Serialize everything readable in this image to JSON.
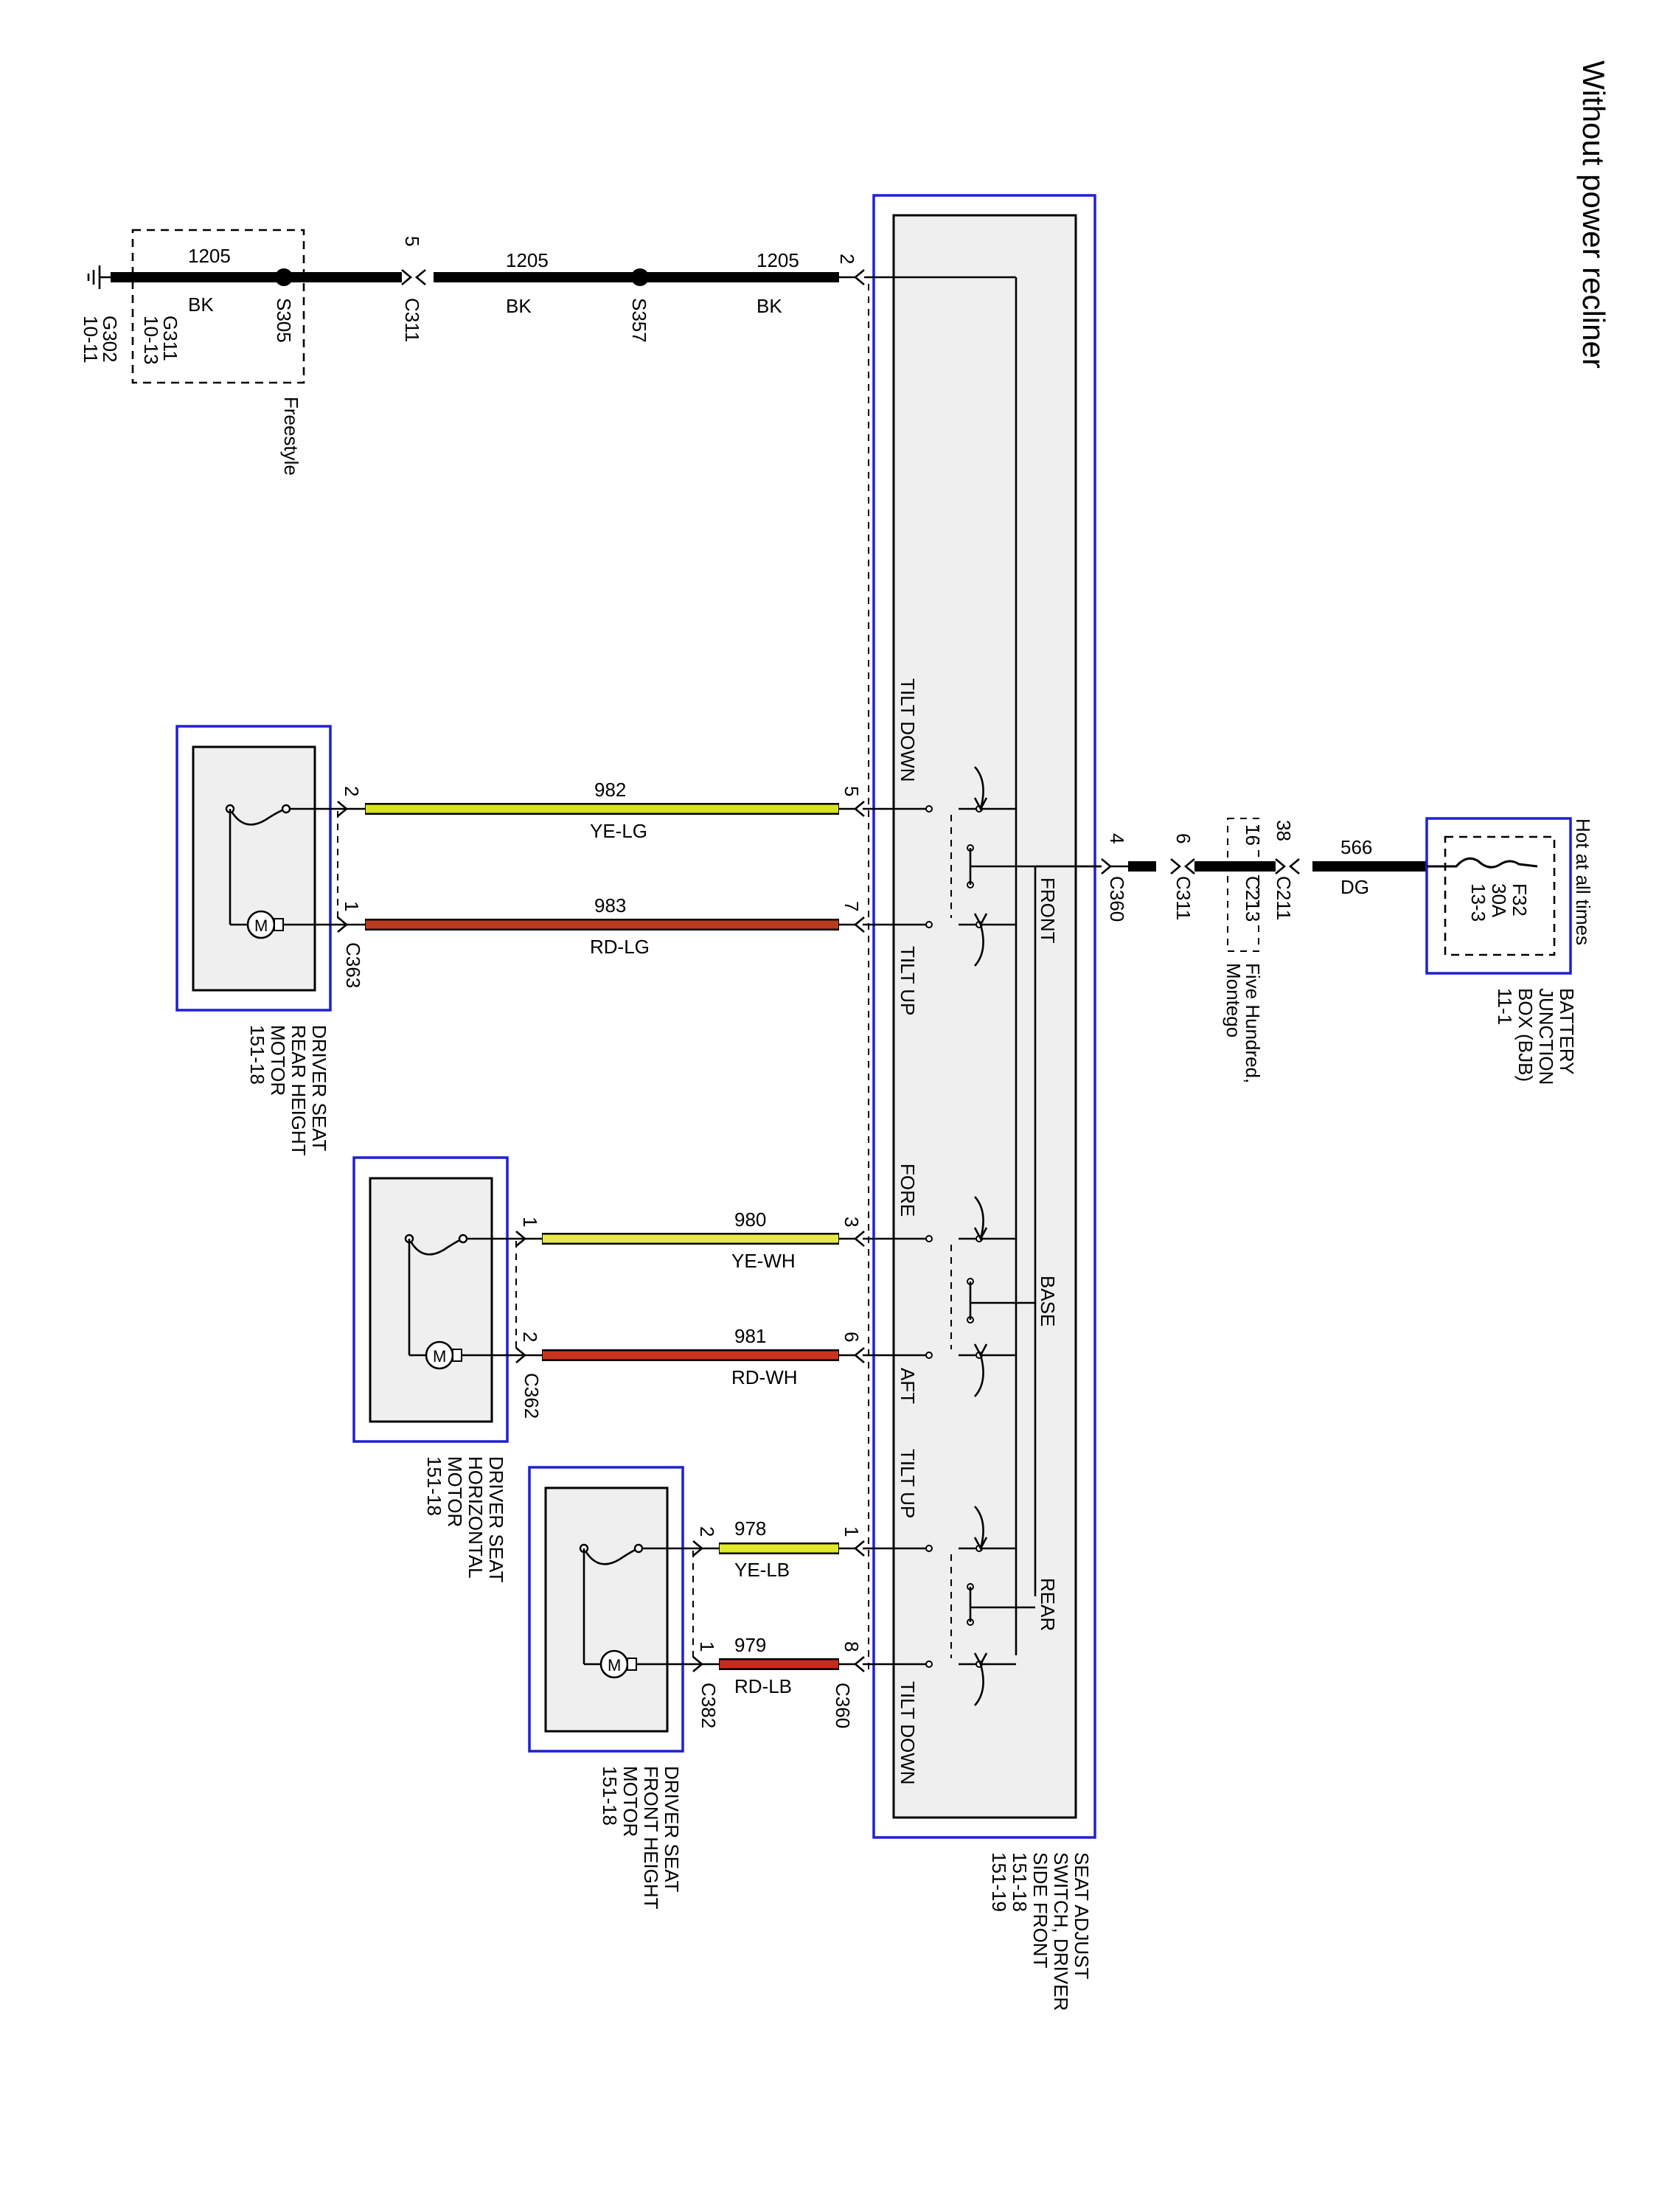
{
  "title": "Without power recliner",
  "components": {
    "bjb": {
      "lines": [
        "BATTERY",
        "JUNCTION",
        "BOX (BJB)",
        "11-1"
      ],
      "note": "Hot at all times",
      "fuse": [
        "F32",
        "30A",
        "13-3"
      ]
    },
    "switch": {
      "lines": [
        "SEAT ADJUST",
        "SWITCH, DRIVER",
        "SIDE FRONT",
        "151-18",
        "151-19"
      ]
    },
    "motor_rear": {
      "lines": [
        "DRIVER SEAT",
        "REAR HEIGHT",
        "MOTOR",
        "151-18"
      ]
    },
    "motor_horiz": {
      "lines": [
        "DRIVER SEAT",
        "HORIZONTAL",
        "MOTOR",
        "151-18"
      ]
    },
    "motor_front": {
      "lines": [
        "DRIVER SEAT",
        "FRONT HEIGHT",
        "MOTOR",
        "151-18"
      ]
    }
  },
  "switch_labels": {
    "front": "FRONT",
    "base": "BASE",
    "rear": "REAR",
    "tilt_down_1": "TILT DOWN",
    "tilt_up_1": "TILT UP",
    "fore": "FORE",
    "aft": "AFT",
    "tilt_up_2": "TILT UP",
    "tilt_down_2": "TILT DOWN"
  },
  "ground": {
    "circuit": "1205",
    "color": "BK",
    "splices": [
      "S305",
      "S357"
    ],
    "connector": {
      "name": "C311",
      "pin": "5"
    },
    "switch_pin": "2",
    "grounds": [
      "G302",
      "10-11",
      "G311",
      "10-13"
    ],
    "variant": "Freestyle"
  },
  "power": {
    "circuit": "566",
    "color": "DG",
    "connectors": [
      {
        "name": "C211",
        "pin": "38"
      },
      {
        "name": "C213",
        "pin": "16"
      },
      {
        "name": "C311",
        "pin": "6"
      },
      {
        "name": "C360",
        "pin": "4"
      }
    ],
    "variant": [
      "Five Hundred,",
      "Montego"
    ]
  },
  "wires": [
    {
      "circuit": "982",
      "color": "YE-LG",
      "switch_pin": "5",
      "motor_pin": "2",
      "hex": "#d6e31e"
    },
    {
      "circuit": "983",
      "color": "RD-LG",
      "switch_pin": "7",
      "motor_pin": "1",
      "connector": "C363",
      "hex": "#b83c1e"
    },
    {
      "circuit": "980",
      "color": "YE-WH",
      "switch_pin": "3",
      "motor_pin": "1",
      "hex": "#e8e84a"
    },
    {
      "circuit": "981",
      "color": "RD-WH",
      "switch_pin": "6",
      "motor_pin": "2",
      "connector": "C362",
      "hex": "#c8341e"
    },
    {
      "circuit": "978",
      "color": "YE-LB",
      "switch_pin": "1",
      "motor_pin": "2",
      "hex": "#dfe82a"
    },
    {
      "circuit": "979",
      "color": "RD-LB",
      "switch_pin": "8",
      "motor_pin": "1",
      "connector": "C382",
      "switch_connector": "C360",
      "hex": "#c82a1e"
    }
  ],
  "colors": {
    "frame": "#1f1fd6",
    "box_fill": "#efefef"
  }
}
